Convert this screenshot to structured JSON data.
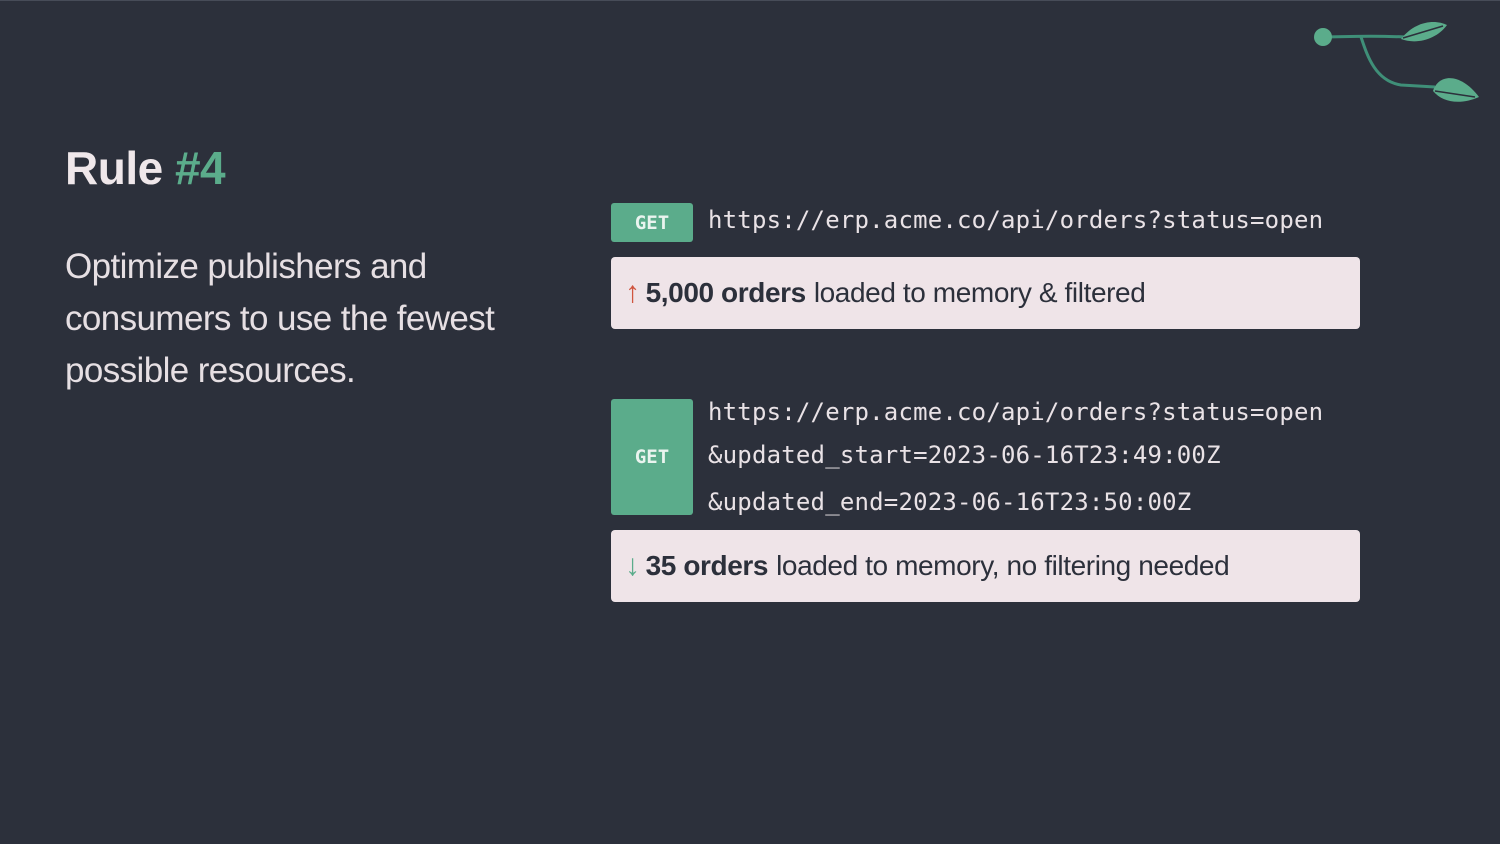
{
  "title": {
    "prefix": "Rule",
    "number": "#4"
  },
  "subtitle": "Optimize publishers and consumers to use the fewest possible resources.",
  "request_1": {
    "method": "GET",
    "url": "https://erp.acme.co/api/orders?status=open",
    "result": {
      "arrow": "↑",
      "bold": "5,000 orders",
      "text": "loaded to memory & filtered"
    }
  },
  "request_2": {
    "method": "GET",
    "url_lines": [
      "https://erp.acme.co/api/orders?status=open",
      "&updated_start=2023-06-16T23:49:00Z",
      "&updated_end=2023-06-16T23:50:00Z"
    ],
    "result": {
      "arrow": "↓",
      "bold": "35 orders",
      "text": "loaded to memory, no filtering needed"
    }
  },
  "colors": {
    "background": "#2c303b",
    "accent": "#5bac8b",
    "up_arrow": "#d0553f",
    "result_box": "#efe4e8"
  },
  "icons": {
    "logo": "branch-leaves-icon"
  }
}
